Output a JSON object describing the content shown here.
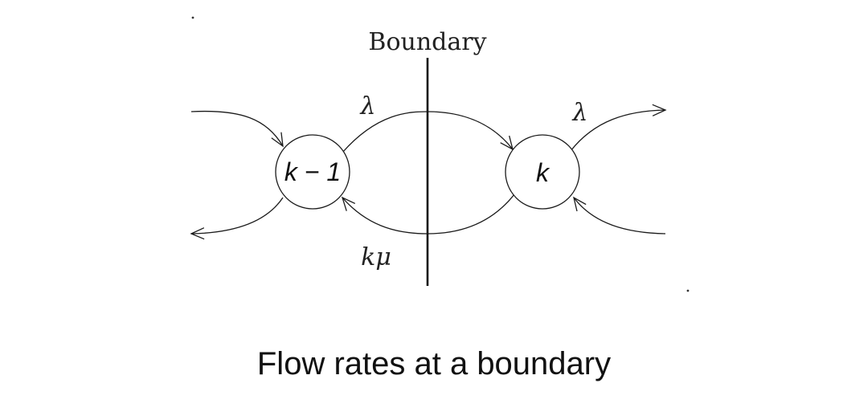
{
  "diagram": {
    "boundary_label": "Boundary",
    "states": {
      "left": "k − 1",
      "right": "k"
    },
    "rates": {
      "forward_top": "λ",
      "forward_right": "λ",
      "backward_bottom": "kμ"
    },
    "caption": "Flow rates at a boundary"
  }
}
